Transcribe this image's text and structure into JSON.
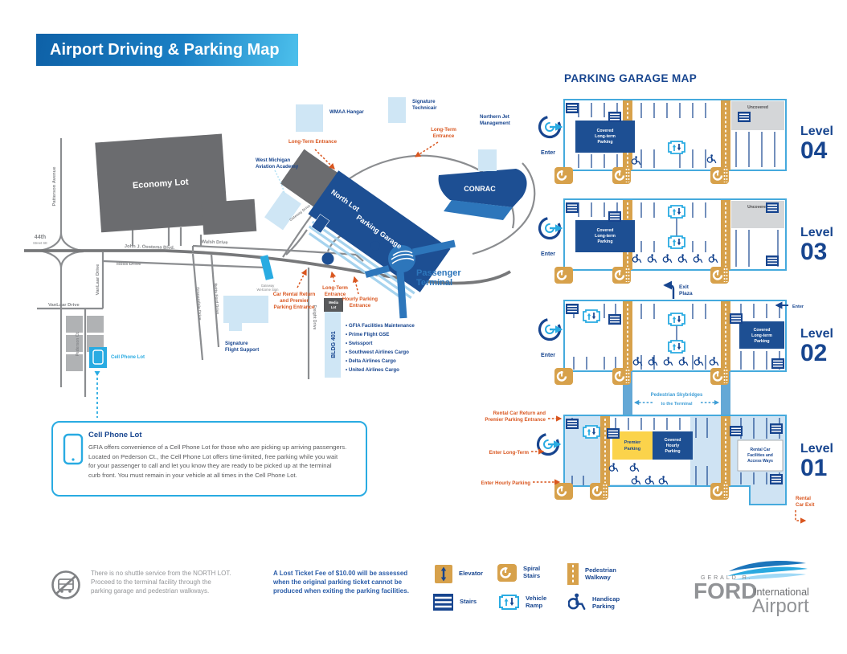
{
  "title": "Airport Driving & Parking Map",
  "colors": {
    "accent_blue": "#17458f",
    "cyan": "#29abe2",
    "terminal_blue": "#2d76bb",
    "orange": "#d9561f",
    "tan": "#d7a14b",
    "lot_gray": "#6b6c6f",
    "garage_blue": "#1d4f93",
    "level_border": "#45aadd",
    "level1_fill": "#cfe3f3",
    "premier_yellow": "#fbd34b"
  },
  "map": {
    "roads": {
      "patterson": "Patterson Avenue",
      "s44": "44th",
      "s44b": "Street SE",
      "oostema": "John J. Oostema Blvd.",
      "ross": "Ross Drive",
      "vanlaar": "VanLaar Drive",
      "vanlaar2": "VanLaar Drive",
      "pederson": "Pederson Ct.",
      "grapandale": "Grapandale Drive",
      "betty": "Betty Ford Drive",
      "walsh": "Walsh Drive",
      "freight": "Freight Drive",
      "gateway": "Gateway Drive"
    },
    "lots": {
      "economy": "Economy Lot",
      "north": "North Lot",
      "garage": "Parking Garage",
      "conrac": "CONRAC",
      "terminal": [
        "Passenger",
        "Terminal"
      ],
      "media": [
        "Media",
        "Lot"
      ],
      "cell": "Cell Phone Lot",
      "bldg": "BLDG 401"
    },
    "buildings": {
      "wmaa": "WMAA Hangar",
      "sigtech": [
        "Signature",
        "Technicair"
      ],
      "njet": [
        "Northern Jet",
        "Management"
      ],
      "wmaa_acad": [
        "West Michigan",
        "Aviation Academy"
      ],
      "sigflight": [
        "Signature",
        "Flight Support"
      ],
      "gwsign": [
        "Gateway",
        "Welcome Sign"
      ]
    },
    "entr": {
      "lt_a": "Long-Term Entrance",
      "lt_b": [
        "Long-Term",
        "Entrance"
      ],
      "rental": [
        "Car Rental Return",
        "and Premier",
        "Parking Entrance"
      ],
      "lt_c": [
        "Long-Term",
        "Entrance"
      ],
      "hourly": [
        "Hourly Parking",
        "Entrance"
      ]
    },
    "cargo": [
      "• GFIA Facilities Maintenance",
      "• Prime Flight GSE",
      "• Swissport",
      "• Southwest Airlines Cargo",
      "• Delta Airlines Cargo",
      "• United Airlines Cargo"
    ]
  },
  "garage": {
    "title": "PARKING GARAGE MAP",
    "enter": "Enter",
    "uncovered": "Uncovered",
    "covered_lt": [
      "Covered",
      "Long-term",
      "Parking"
    ],
    "covered_hr": [
      "Covered",
      "Hourly",
      "Parking"
    ],
    "premier": [
      "Premier",
      "Parking"
    ],
    "rental_fac": [
      "Rental Car",
      "Facilities and",
      "Access Ways"
    ],
    "exit_plaza": [
      "Exit",
      "Plaza"
    ],
    "sky1": "Pedestrian Skybridges",
    "sky2": "to the Terminal",
    "levels": [
      {
        "w": "Level",
        "n": "04"
      },
      {
        "w": "Level",
        "n": "03"
      },
      {
        "w": "Level",
        "n": "02"
      },
      {
        "w": "Level",
        "n": "01"
      }
    ],
    "l1": {
      "rental_return": [
        "Rental Car Return and",
        "Premier Parking Entrance"
      ],
      "enter_lt": "Enter Long-Term",
      "enter_hourly": "Enter Hourly Parking",
      "rental_exit": [
        "Rental",
        "Car Exit"
      ]
    }
  },
  "cellbox": {
    "title": "Cell Phone Lot",
    "body": [
      "GFIA offers convenience of a Cell Phone Lot for those who are picking up arriving passengers.",
      "Located on Pederson Ct., the Cell Phone Lot offers time-limited, free parking while you wait",
      "for your passenger to call and let you know they are ready to be picked up at the terminal",
      "curb front. You must remain in your vehicle at all times in the Cell Phone Lot."
    ]
  },
  "notes": {
    "shuttle": [
      "There is no shuttle service from the NORTH LOT.",
      "Proceed to the terminal facility through the",
      "parking garage and pedestrian walkways."
    ],
    "ticket": [
      "A Lost Ticket Fee of $10.00 will be assessed",
      "when the original parking ticket cannot be",
      "produced when exiting the parking facilities."
    ]
  },
  "legend": {
    "elevator": "Elevator",
    "spiral": [
      "Spiral",
      "Stairs"
    ],
    "walkway": [
      "Pedestrian",
      "Walkway"
    ],
    "stairs": "Stairs",
    "ramp": [
      "Vehicle",
      "Ramp"
    ],
    "handicap": [
      "Handicap",
      "Parking"
    ]
  },
  "logo": {
    "pre": "GERALD R.",
    "ford": "FORD",
    "intl": "International",
    "airport": "Airport"
  }
}
